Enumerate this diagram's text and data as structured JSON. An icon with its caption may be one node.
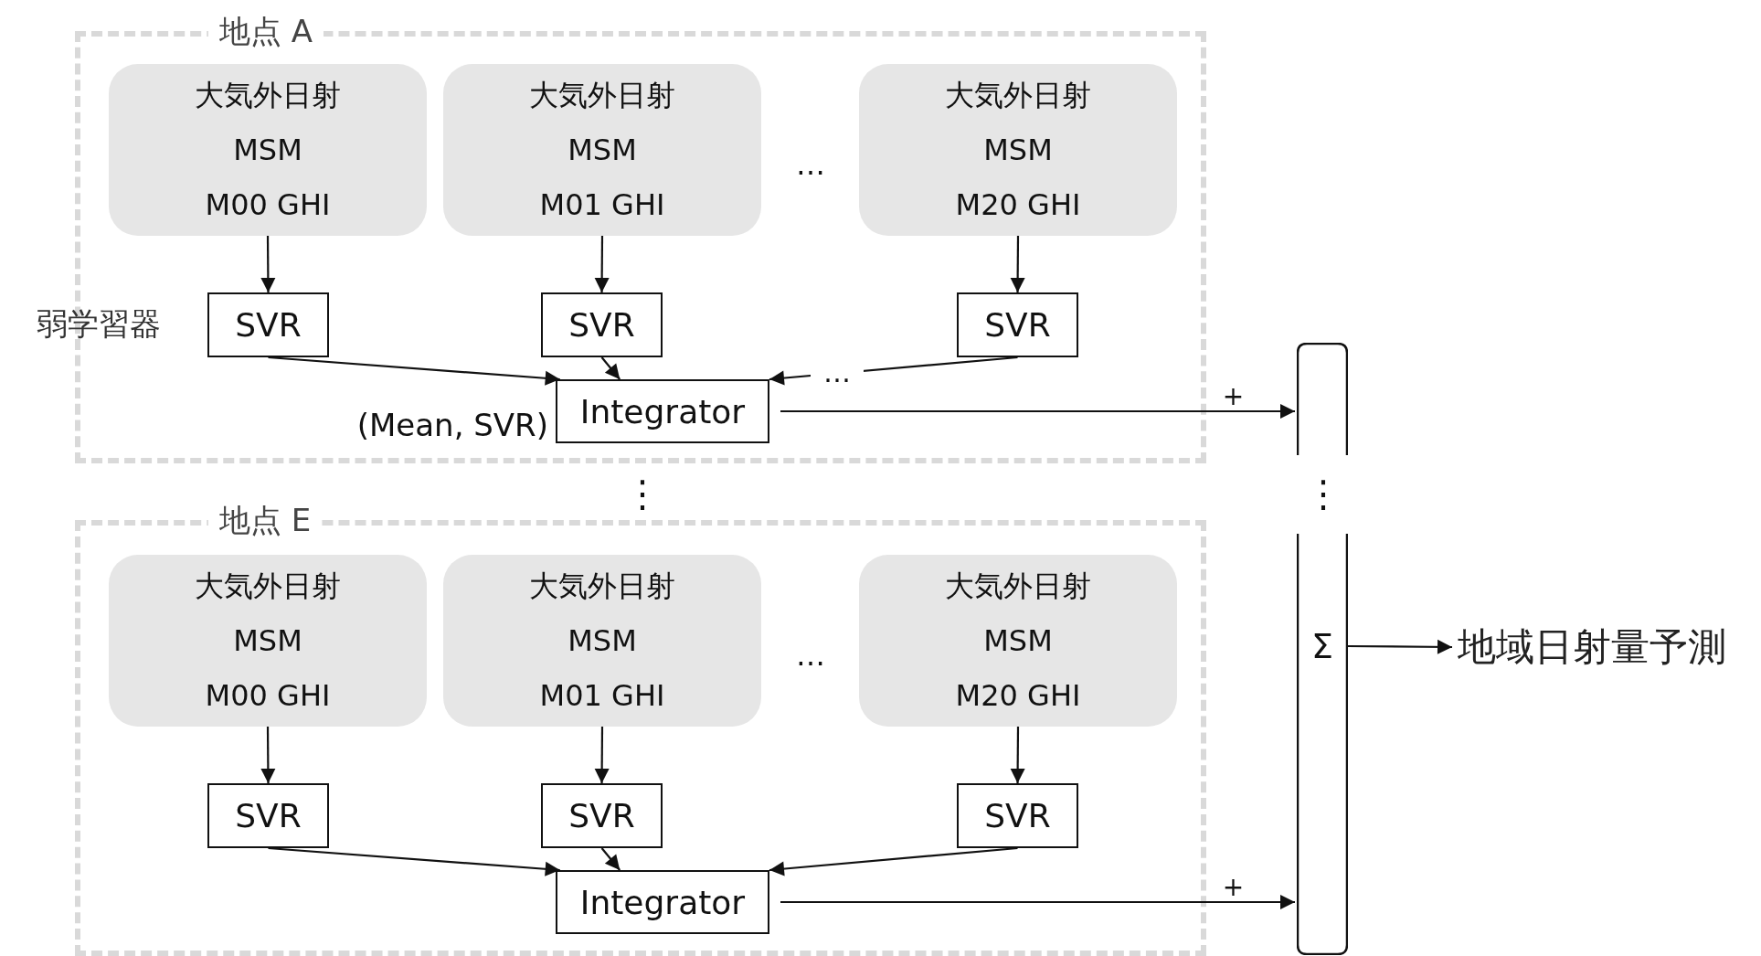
{
  "diagram": {
    "nodes": [
      {
        "text": [
          "地点 A"
        ]
      },
      {
        "text": [
          "大気外日射",
          "MSM",
          "M00 GHI"
        ],
        "in": 0
      },
      {
        "text": [
          "大気外日射",
          "MSM",
          "M01 GHI"
        ],
        "in": 0
      },
      {
        "text": [
          "大気外日射",
          "MSM",
          "M20 GHI"
        ],
        "in": 0
      },
      {
        "text": [
          "SVR"
        ],
        "in": 0
      },
      {
        "text": [
          "SVR"
        ],
        "in": 0
      },
      {
        "text": [
          "SVR"
        ],
        "in": 0
      },
      {
        "text": [
          "Integrator"
        ],
        "in": 0,
        "beside": [
          "(Mean, SVR)"
        ]
      },
      {
        "text": [
          "地点 E"
        ]
      },
      {
        "text": [
          "大気外日射",
          "MSM",
          "M00 GHI"
        ],
        "in": 8
      },
      {
        "text": [
          "大気外日射",
          "MSM",
          "M01 GHI"
        ],
        "in": 8
      },
      {
        "text": [
          "大気外日射",
          "MSM",
          "M20 GHI"
        ],
        "in": 8
      },
      {
        "text": [
          "SVR"
        ],
        "in": 8
      },
      {
        "text": [
          "SVR"
        ],
        "in": 8
      },
      {
        "text": [
          "SVR"
        ],
        "in": 8
      },
      {
        "text": [
          "Integrator"
        ],
        "in": 8
      },
      {
        "text": [
          "Σ"
        ]
      },
      {
        "text": [
          "地域日射量予測"
        ]
      }
    ],
    "edges": [
      {
        "from": 1,
        "to": 4,
        "arrow": "to"
      },
      {
        "from": 2,
        "to": 5,
        "arrow": "to"
      },
      {
        "from": 3,
        "to": 6,
        "arrow": "to"
      },
      {
        "from": 4,
        "to": 7,
        "arrow": "to"
      },
      {
        "from": 5,
        "to": 7,
        "arrow": "to"
      },
      {
        "from": 6,
        "to": 7,
        "arrow": "to"
      },
      {
        "from": 7,
        "to": 16,
        "arrow": "to",
        "label": "+"
      },
      {
        "from": 9,
        "to": 12,
        "arrow": "to"
      },
      {
        "from": 10,
        "to": 13,
        "arrow": "to"
      },
      {
        "from": 11,
        "to": 14,
        "arrow": "to"
      },
      {
        "from": 12,
        "to": 15,
        "arrow": "to"
      },
      {
        "from": 13,
        "to": 15,
        "arrow": "to"
      },
      {
        "from": 14,
        "to": 15,
        "arrow": "to"
      },
      {
        "from": 15,
        "to": 16,
        "arrow": "to",
        "label": "+"
      },
      {
        "from": 16,
        "to": 17,
        "arrow": "to"
      }
    ],
    "labels": [
      "…",
      "弱学習器",
      "…",
      "⋮",
      "⋮",
      "…"
    ]
  }
}
